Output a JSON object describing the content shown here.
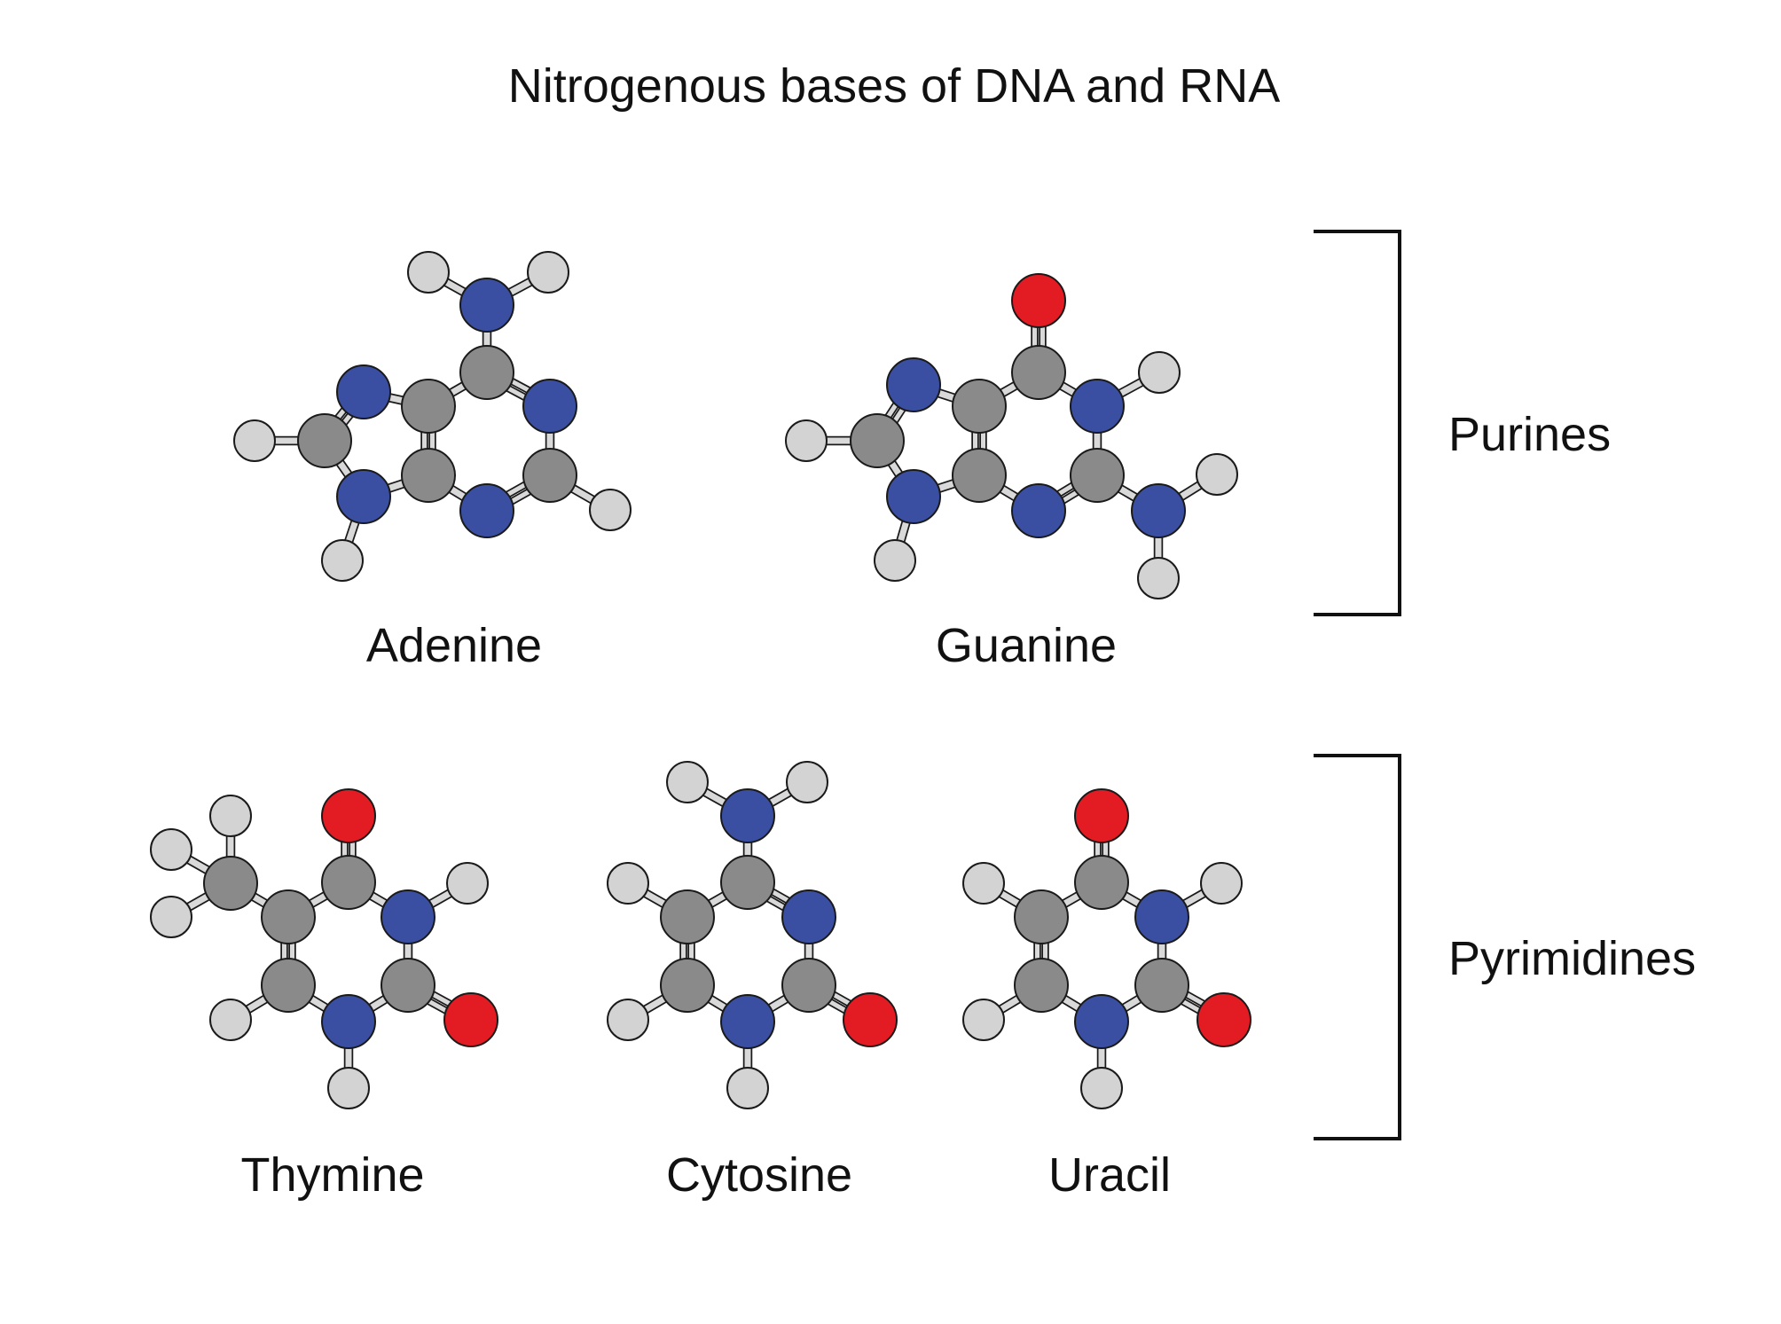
{
  "title": "Nitrogenous bases of DNA and RNA",
  "colors": {
    "carbon": "#8a8a8a",
    "nitrogen": "#3a4fa2",
    "oxygen": "#e31b23",
    "hydrogen": "#d3d3d3",
    "outline": "#1a1a1a",
    "bond_fill": "#d9d9d9"
  },
  "groups": [
    {
      "key": "purines",
      "label": "Purines"
    },
    {
      "key": "pyrimidines",
      "label": "Pyrimidines"
    }
  ],
  "molecules": [
    {
      "key": "adenine",
      "name": "Adenine",
      "group": "purines"
    },
    {
      "key": "guanine",
      "name": "Guanine",
      "group": "purines"
    },
    {
      "key": "thymine",
      "name": "Thymine",
      "group": "pyrimidines"
    },
    {
      "key": "cytosine",
      "name": "Cytosine",
      "group": "pyrimidines"
    },
    {
      "key": "uracil",
      "name": "Uracil",
      "group": "pyrimidines"
    }
  ]
}
